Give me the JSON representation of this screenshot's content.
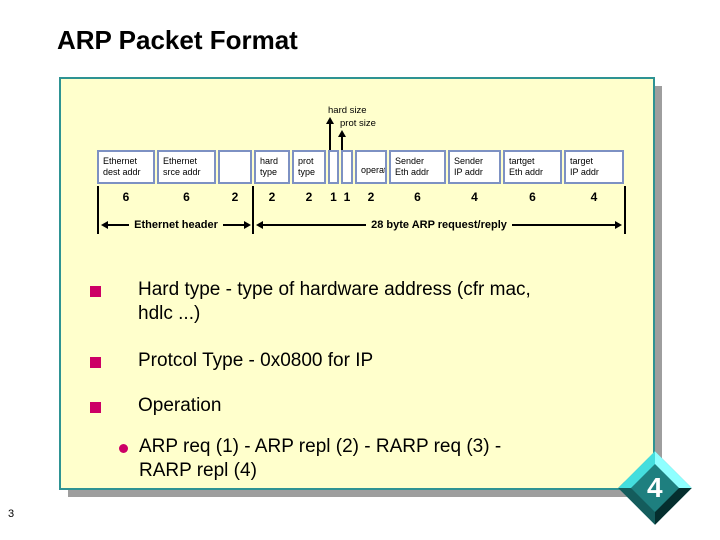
{
  "slide": {
    "title": "ARP Packet Format",
    "page_number": "3",
    "badge_number": "4"
  },
  "diagram": {
    "pointer_labels": {
      "hard_size": "hard size",
      "prot_size": "prot size"
    },
    "fields": [
      {
        "line1": "Ethernet",
        "line2": "dest addr",
        "size": "6"
      },
      {
        "line1": "Ethernet",
        "line2": "srce addr",
        "size": "6"
      },
      {
        "line1": "",
        "line2": "",
        "size": "2"
      },
      {
        "line1": "hard",
        "line2": "type",
        "size": "2"
      },
      {
        "line1": "prot",
        "line2": "type",
        "size": "2"
      },
      {
        "line1": "",
        "line2": "",
        "size": "1"
      },
      {
        "line1": "",
        "line2": "",
        "size": "1"
      },
      {
        "line1": "operat",
        "line2": "",
        "size": "2"
      },
      {
        "line1": "Sender",
        "line2": "Eth addr",
        "size": "6"
      },
      {
        "line1": "Sender",
        "line2": "IP addr",
        "size": "4"
      },
      {
        "line1": "tartget",
        "line2": "Eth addr",
        "size": "6"
      },
      {
        "line1": "target",
        "line2": "IP addr",
        "size": "4"
      }
    ],
    "spans": {
      "ethernet_header": "Ethernet header",
      "arp_request": "28 byte ARP request/reply"
    }
  },
  "bullets": [
    {
      "lines": [
        "Hard type - type of hardware address (cfr mac,",
        "hdlc ...)"
      ]
    },
    {
      "lines": [
        "Protcol Type - 0x0800 for IP"
      ]
    },
    {
      "lines": [
        "Operation"
      ]
    },
    {
      "lines": [
        "ARP req (1) - ARP repl (2) - RARP req (3) -",
        "RARP repl (4)"
      ]
    }
  ],
  "colors": {
    "panel_background": "#FFFFCC",
    "panel_border": "#2E9393",
    "panel_shadow": "#9E9E9E",
    "cell_border": "#7D91C3",
    "bullet_marker": "#CC0066",
    "badge_face": "#1E7F7F",
    "badge_highlight": "#8FFFFF",
    "badge_shadow": "#052E2E",
    "text": "#000000"
  }
}
